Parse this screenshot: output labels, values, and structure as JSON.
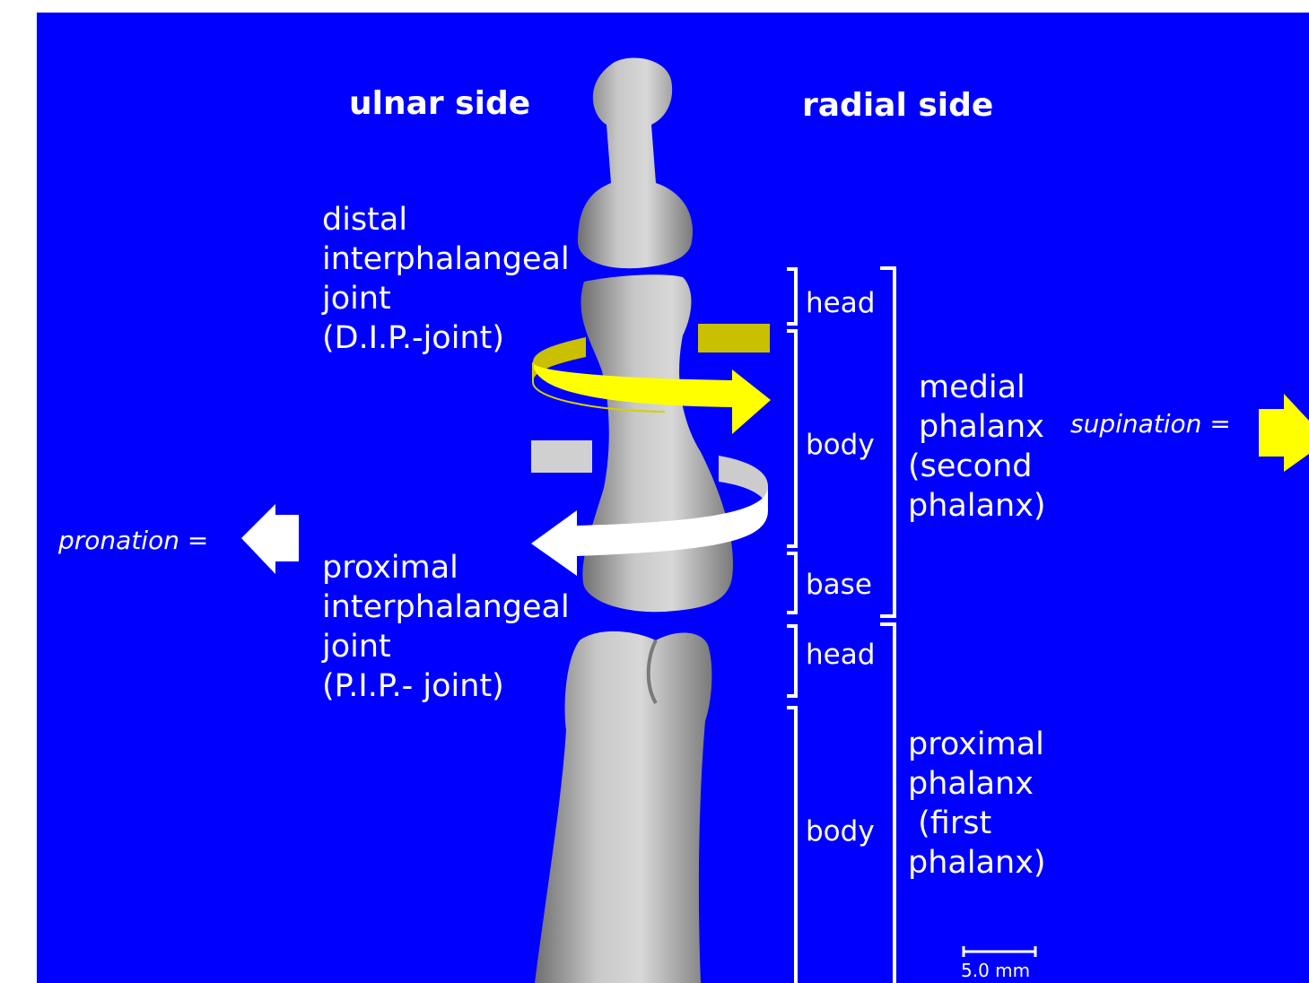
{
  "sides": {
    "ulnar": "ulnar side",
    "radial": "radial side"
  },
  "joints": {
    "dip": [
      "distal",
      "interphalangeal",
      "joint",
      "(D.I.P.-joint)"
    ],
    "pip": [
      "proximal",
      "interphalangeal",
      "joint",
      "(P.I.P.- joint)"
    ]
  },
  "medial_parts": {
    "head": "head",
    "body": "body",
    "base": "base"
  },
  "proximal_parts": {
    "head": "head",
    "body": "body"
  },
  "medial_phalanx": [
    "medial",
    "phalanx",
    "(second",
    "phalanx)"
  ],
  "proximal_phalanx": [
    "proximal",
    "phalanx",
    " (first",
    "phalanx)"
  ],
  "motions": {
    "supination": "supination =",
    "pronation": "pronation ="
  },
  "scale_bar": "5.0 mm",
  "colors": {
    "background": "#0000ff",
    "supination_arrow": "#ffff00",
    "pronation_arrow": "#ffffff",
    "bone": "#b8b8b8",
    "text": "#ffffff"
  }
}
